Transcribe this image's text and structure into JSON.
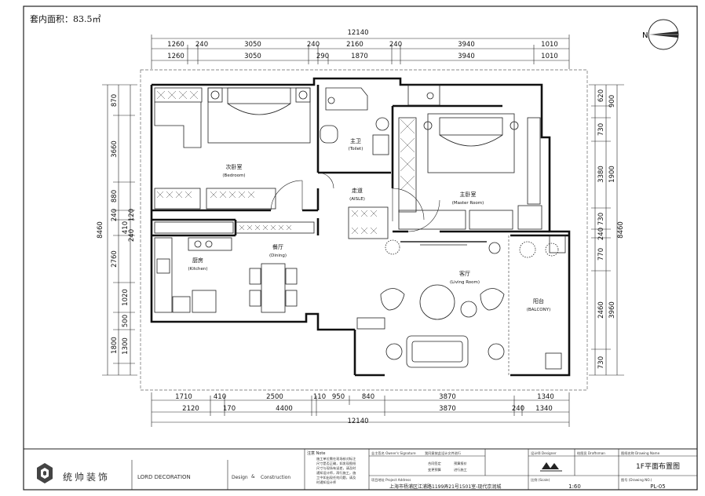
{
  "header": {
    "area_label": "套内面积：83.5㎡"
  },
  "compass": {
    "label": "N"
  },
  "dimensions": {
    "top_total": "12140",
    "top_row1": [
      "1260",
      "240",
      "3050",
      "240",
      "2160",
      "240",
      "3940",
      "1010"
    ],
    "top_row2": [
      "1260",
      "3050",
      "290",
      "1870",
      "3940",
      "1010"
    ],
    "bottom_row1": [
      "1710",
      "410",
      "2500",
      "110",
      "950",
      "840",
      "3870",
      "1340"
    ],
    "bottom_row2": [
      "2120",
      "170",
      "4400",
      "3870",
      "240",
      "1340"
    ],
    "bottom_total": "12140",
    "left_total": "8460",
    "left": [
      "870",
      "3660",
      "880",
      "240",
      "410",
      "120",
      "2760",
      "1020",
      "500",
      "1800",
      "1300",
      "240"
    ],
    "right_total": "8460",
    "right": [
      "620",
      "900",
      "730",
      "3380",
      "1900",
      "730",
      "240",
      "770",
      "2460",
      "3960",
      "730"
    ]
  },
  "rooms": [
    {
      "cn": "次卧室",
      "en": "(Bedroom)"
    },
    {
      "cn": "主卫",
      "en": "(Toilet)"
    },
    {
      "cn": "走道",
      "en": "(AISLE)"
    },
    {
      "cn": "主卧室",
      "en": "(Master Room)"
    },
    {
      "cn": "厨房",
      "en": "(Kitchen)"
    },
    {
      "cn": "餐厅",
      "en": "(Dining)"
    },
    {
      "cn": "客厅",
      "en": "(Living Room)"
    },
    {
      "cn": "阳台",
      "en": "(BALCONY)"
    }
  ],
  "title_block": {
    "logo_cn": "统帅装饰",
    "logo_en": "LORD DECORATION",
    "tagline_a": "Design",
    "tagline_amp": "&",
    "tagline_b": "Construction",
    "notes_title": "注意 Note",
    "notes_lines": [
      "施工单位需在现场核对标注",
      "尺寸是否正确，如发现图纸",
      "尺寸与现场有误差，请及时",
      "通知设计师，再行施工，施",
      "工中如出现任何问题，请及",
      "时通知设计师"
    ],
    "owner_sig": "业主签名 Owner's Signature",
    "approve": "我同意按此设计文件进行",
    "contract": "合同签定",
    "budget": "预算报价",
    "change": "变更预算",
    "build": "进行施工",
    "designer_label": "设计师 Designer",
    "project_label": "项目地址 Project Address",
    "project_address": "上海市杨浦区江浦路1199弄21号1501室-现代京润城",
    "draw_label": "绘图员 Draftsman",
    "drawing_name_label": "图纸名称 Drawing Name",
    "drawing_name": "1F平面布置图",
    "scale_label": "比例 (Scale)",
    "scale": "1:60",
    "drawing_no_label": "图号 (Drawing NO.)",
    "drawing_no": "PL-05"
  }
}
